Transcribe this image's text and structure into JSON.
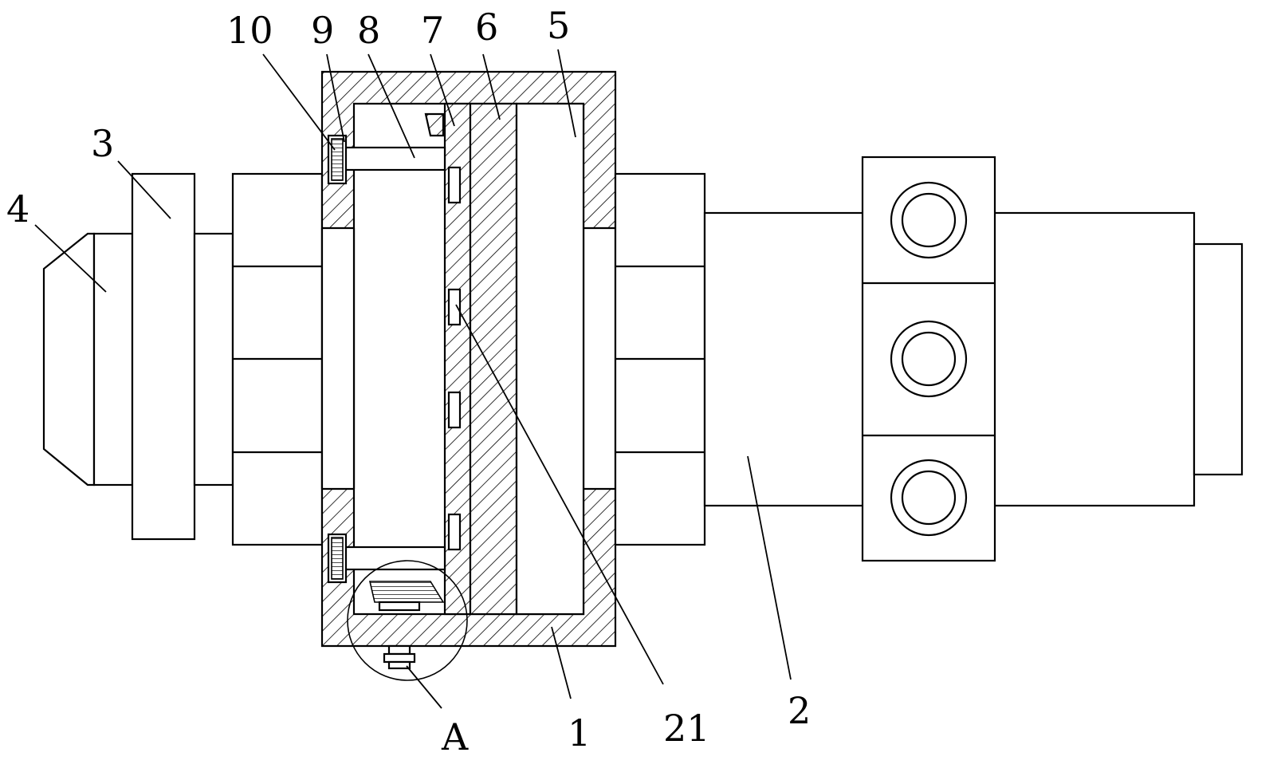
{
  "drawing": {
    "labels": {
      "l10": "10",
      "l9": "9",
      "l8": "8",
      "l7": "7",
      "l6": "6",
      "l5": "5",
      "l3": "3",
      "l4": "4",
      "l2": "2",
      "l21": "21",
      "l1": "1",
      "lA": "A"
    }
  }
}
